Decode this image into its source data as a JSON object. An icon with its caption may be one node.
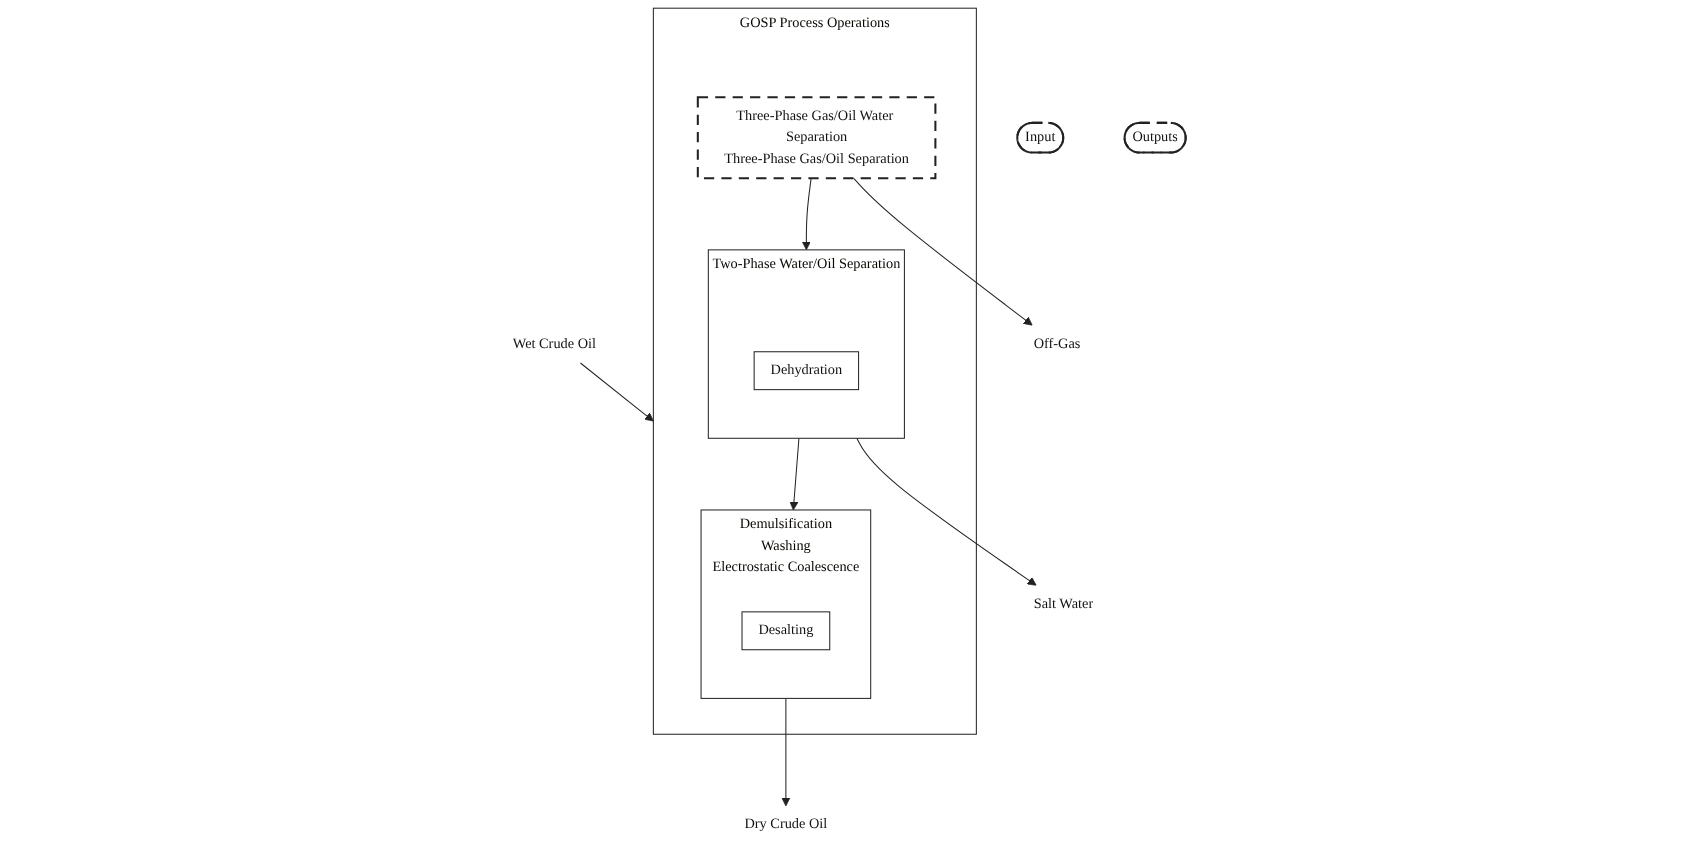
{
  "diagram": {
    "nodes": [
      {
        "text": [
          "Input"
        ]
      },
      {
        "text": [
          "Outputs"
        ]
      },
      {
        "text": [
          "GOSP Process Operations"
        ]
      },
      {
        "text": [
          "Three-Phase Gas/Oil Water Separation",
          "Three-Phase Gas/Oil Separation"
        ],
        "in": 2
      },
      {
        "text": [
          "Two-Phase Water/Oil Separation"
        ],
        "in": 2
      },
      {
        "text": [
          "Dehydration"
        ],
        "in": 4
      },
      {
        "text": [
          "Demulsification",
          "Washing",
          "Electrostatic Coalescence"
        ],
        "in": 2
      },
      {
        "text": [
          "Desalting"
        ],
        "in": 6
      },
      {
        "text": [
          "Wet Crude Oil"
        ]
      },
      {
        "text": [
          "Off-Gas"
        ]
      },
      {
        "text": [
          "Salt Water"
        ]
      },
      {
        "text": [
          "Dry Crude Oil"
        ]
      }
    ],
    "edges": [
      {
        "from": 8,
        "to": 2,
        "arrow": "to"
      },
      {
        "from": 3,
        "to": 4,
        "arrow": "to"
      },
      {
        "from": 4,
        "to": 6,
        "arrow": "to"
      },
      {
        "from": 3,
        "to": 9,
        "arrow": "to"
      },
      {
        "from": 4,
        "to": 10,
        "arrow": "to"
      },
      {
        "from": 6,
        "to": 11,
        "arrow": "to"
      }
    ]
  }
}
